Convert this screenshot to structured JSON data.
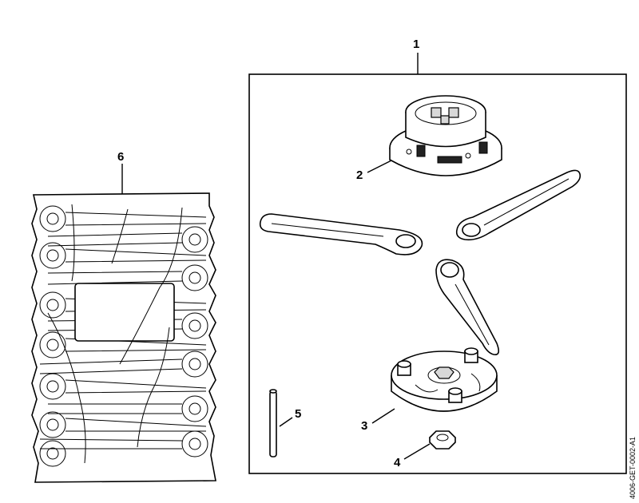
{
  "callouts": {
    "c1": "1",
    "c2": "2",
    "c3": "3",
    "c4": "4",
    "c5": "5",
    "c6": "6"
  },
  "drawing_code": "4006-GET-0002-A1",
  "icons": [
    "blade-holder-head",
    "plastic-blade",
    "base-plate",
    "hex-nut",
    "pin",
    "blade-pack"
  ]
}
